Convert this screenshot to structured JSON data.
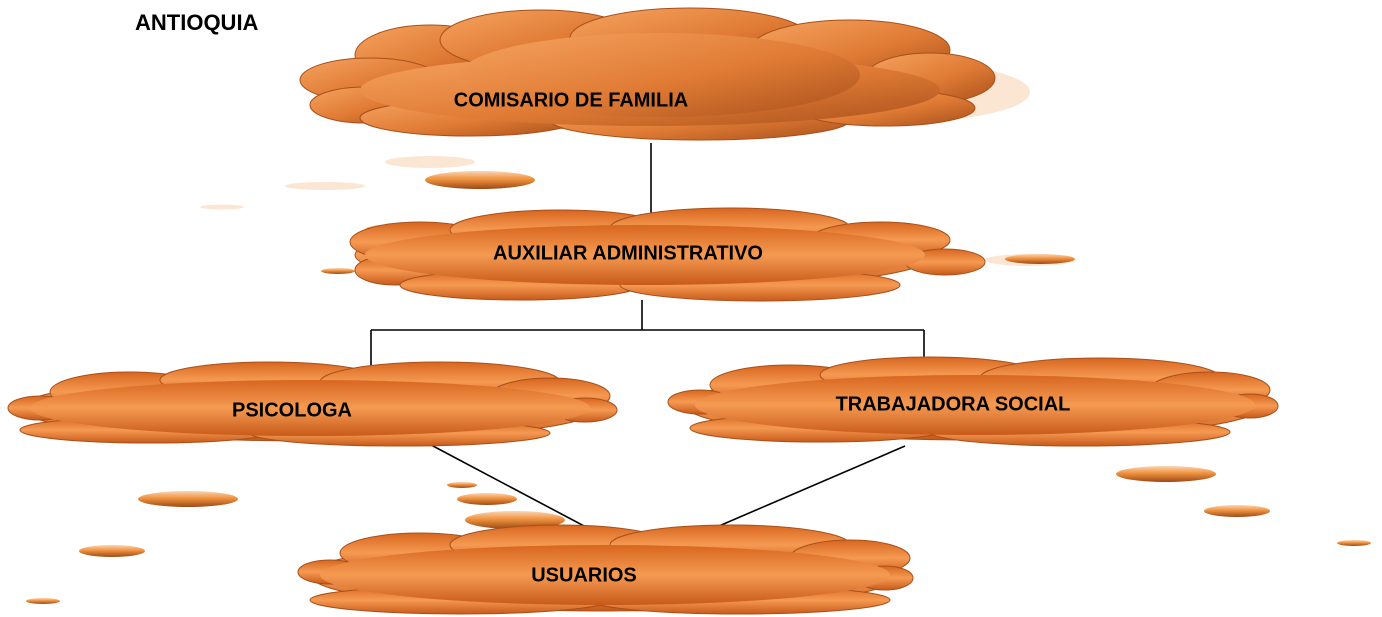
{
  "title": "ANTIOQUIA",
  "nodes": {
    "comisario": "COMISARIO DE FAMILIA",
    "auxiliar": "AUXILIAR ADMINISTRATIVO",
    "psicologa": "PSICOLOGA",
    "trabajadora": "TRABAJADORA SOCIAL",
    "usuarios": "USUARIOS"
  },
  "colors": {
    "cloud_light": "#f6a35c",
    "cloud_mid": "#e8772a",
    "cloud_dark": "#b3541a",
    "cloud_shadow": "#fbe3cf",
    "line": "#000000"
  }
}
